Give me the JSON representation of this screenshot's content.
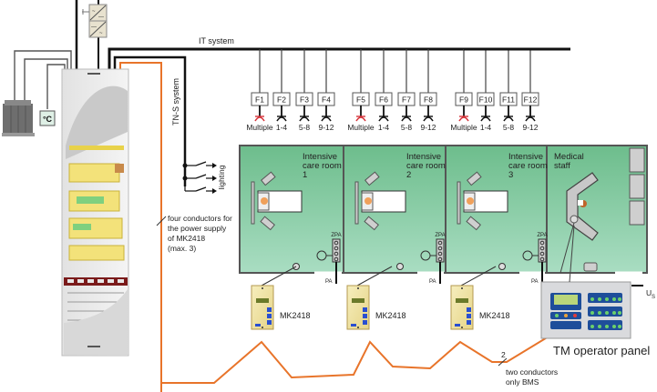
{
  "labels": {
    "it_system": "IT system",
    "tn_s_system": "TN-S system",
    "lighting": "lighting",
    "temperature_sensor": "°C",
    "power_supply_note": [
      "four conductors for",
      "the power supply",
      "of MK2418",
      "(max. 3)"
    ],
    "bms_count": "2",
    "bms_note": [
      "two conductors",
      "only BMS"
    ],
    "us_label": "U",
    "us_sub": "S",
    "tm_panel": "TM operator panel",
    "zpa": "ZPA",
    "pa": "PA"
  },
  "fuses": [
    {
      "id": "F1",
      "load": "Multiple",
      "accent": true
    },
    {
      "id": "F2",
      "load": "1-4",
      "accent": false
    },
    {
      "id": "F3",
      "load": "5-8",
      "accent": false
    },
    {
      "id": "F4",
      "load": "9-12",
      "accent": false
    },
    {
      "id": "F5",
      "load": "Multiple",
      "accent": true
    },
    {
      "id": "F6",
      "load": "1-4",
      "accent": false
    },
    {
      "id": "F7",
      "load": "5-8",
      "accent": false
    },
    {
      "id": "F8",
      "load": "9-12",
      "accent": false
    },
    {
      "id": "F9",
      "load": "Multiple",
      "accent": true
    },
    {
      "id": "F10",
      "load": "1-4",
      "accent": false
    },
    {
      "id": "F11",
      "load": "5-8",
      "accent": false
    },
    {
      "id": "F12",
      "load": "9-12",
      "accent": false
    }
  ],
  "rooms": [
    {
      "name": [
        "Intensive",
        "care room",
        "1"
      ]
    },
    {
      "name": [
        "Intensive",
        "care room",
        "2"
      ]
    },
    {
      "name": [
        "Intensive",
        "care room",
        "3"
      ]
    },
    {
      "name": [
        "Medical",
        "staff"
      ]
    }
  ],
  "devices": [
    {
      "label": "MK2418"
    },
    {
      "label": "MK2418"
    },
    {
      "label": "MK2418"
    }
  ],
  "colors": {
    "orange_cable": "#e8742a",
    "room_green_top": "#6fbf8e",
    "room_green_bottom": "#a8dcc0",
    "accent_red": "#d6343a",
    "device_yellow": "#f2e7a6"
  }
}
